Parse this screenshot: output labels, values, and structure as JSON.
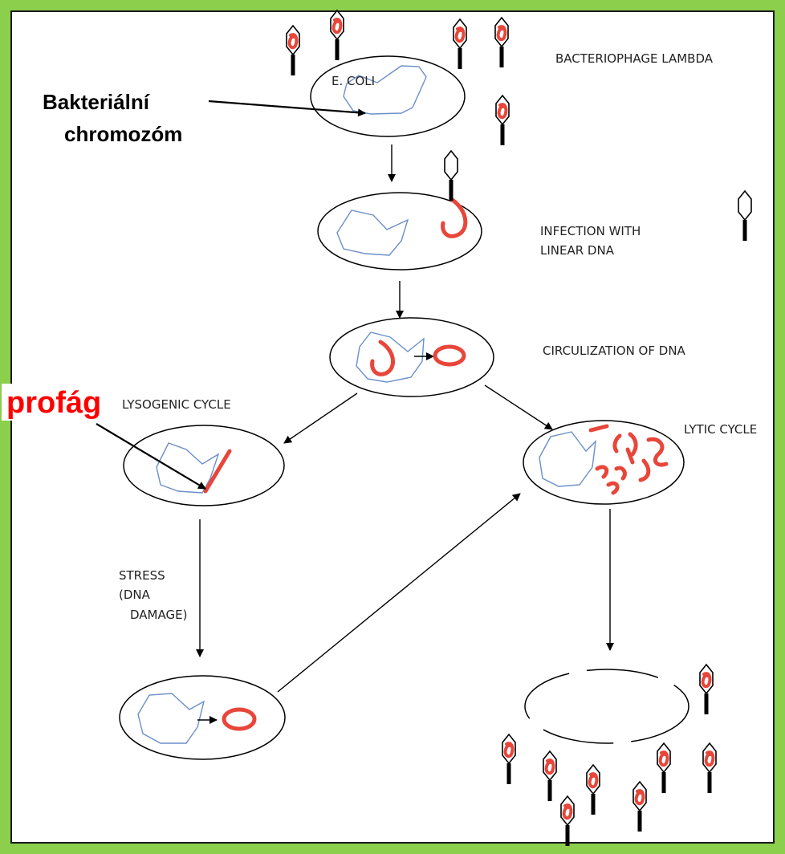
{
  "labels": {
    "bacteriophage": "BACTERIOPHAGE LAMBDA",
    "ecoli": "E. COLI",
    "infection_1": "INFECTION WITH",
    "infection_2": "LINEAR DNA",
    "circularization": "CIRCULIZATION OF DNA",
    "lysogenic": "LYSOGENIC CYCLE",
    "lytic": "LYTIC CYCLE",
    "stress_1": "STRESS",
    "stress_2": "(DNA",
    "stress_3": "DAMAGE)"
  },
  "annotations": {
    "chromosome_1": "Bakteriální",
    "chromosome_2": "chromozóm",
    "prophage": "profág"
  },
  "colors": {
    "frame": "#8bcf4d",
    "dna": "#e8463a",
    "chromosome": "#6b8fc8",
    "annotation": "#ff0000"
  }
}
